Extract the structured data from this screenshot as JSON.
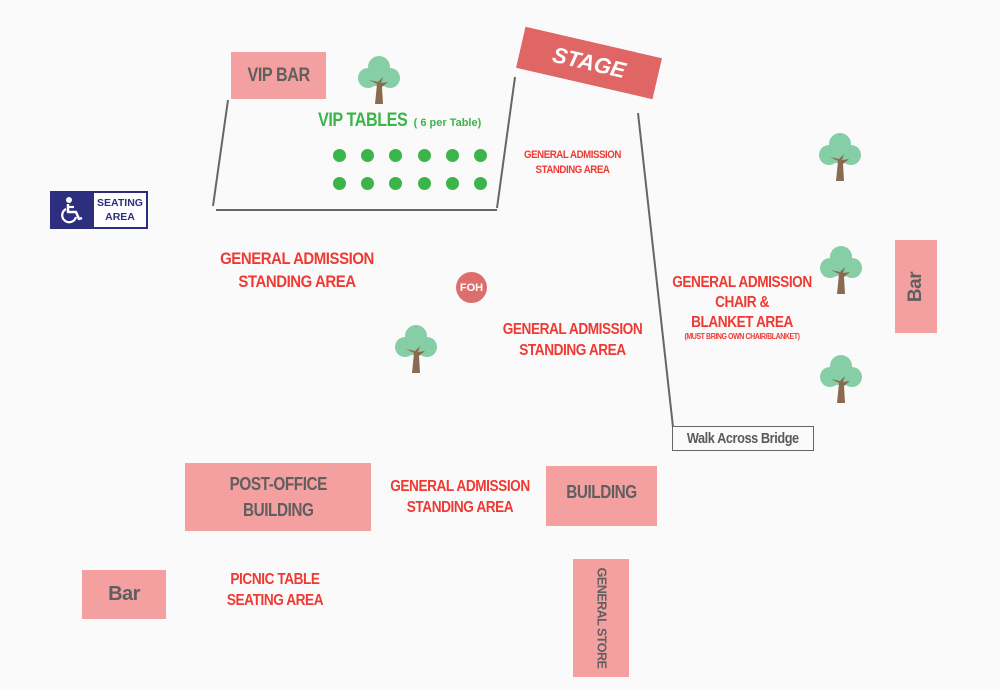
{
  "map": {
    "stage": {
      "label": "STAGE",
      "color": "#e06565"
    },
    "vip_bar": {
      "label": "VIP BAR"
    },
    "vip_tables": {
      "title": "VIP TABLES",
      "subtitle": "( 6 per Table)",
      "color": "#3bb54a",
      "rows": 2,
      "tables_per_row": 6
    },
    "accessible_seating": {
      "icon": "wheelchair-icon",
      "line1": "SEATING",
      "line2": "AREA",
      "color": "#2e2e7f"
    },
    "foh": {
      "label": "FOH"
    },
    "areas": {
      "ga_stage": {
        "line1": "GENERAL ADMISSION",
        "line2": "STANDING AREA"
      },
      "ga_left": {
        "line1": "GENERAL ADMISSION",
        "line2": "STANDING AREA"
      },
      "ga_center": {
        "line1": "GENERAL ADMISSION",
        "line2": "STANDING AREA"
      },
      "ga_lower": {
        "line1": "GENERAL ADMISSION",
        "line2": "STANDING AREA"
      },
      "chair_blanket": {
        "line1": "GENERAL ADMISSION",
        "line2": "CHAIR &",
        "line3": "BLANKET AREA",
        "note": "(MUST BRING OWN CHAIR/BLANKET)"
      },
      "picnic": {
        "line1": "PICNIC TABLE",
        "line2": "SEATING AREA"
      }
    },
    "buildings": {
      "post_office": {
        "line1": "POST-OFFICE",
        "line2": "BUILDING"
      },
      "building": {
        "label": "BUILDING"
      },
      "general_store": {
        "label": "GENERAL STORE"
      },
      "bar_left": {
        "label": "Bar"
      },
      "bar_right": {
        "label": "Bar"
      }
    },
    "bridge": {
      "label": "Walk Across Bridge"
    },
    "colors": {
      "area_text": "#ee3a33",
      "building_fill": "#f4a0a0",
      "building_text": "#5f5f5f",
      "tree_foliage": "#86cfa6",
      "tree_trunk": "#8a6a50"
    }
  }
}
